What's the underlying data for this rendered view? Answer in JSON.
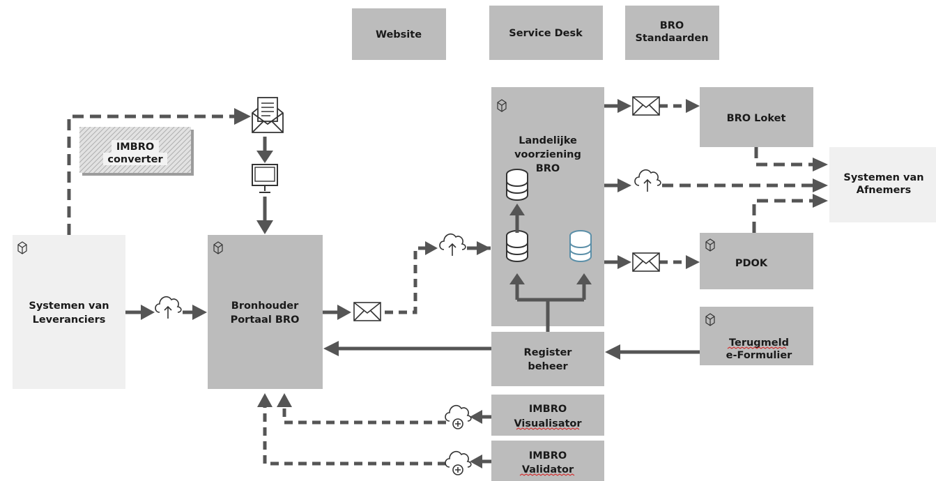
{
  "nodes": {
    "website": "Website",
    "service_desk": "Service Desk",
    "bro_standaarden": [
      "BRO",
      "Standaarden"
    ],
    "imbro_converter": [
      "IMBRO",
      "converter"
    ],
    "landelijke_voorziening": [
      "Landelijke",
      "voorziening",
      "BRO"
    ],
    "bro_loket": "BRO Loket",
    "systemen_afnemers": [
      "Systemen van",
      "Afnemers"
    ],
    "pdok": "PDOK",
    "systemen_leveranciers": [
      "Systemen van",
      "Leveranciers"
    ],
    "bronhouder_portaal": [
      "Bronhouder",
      "Portaal BRO"
    ],
    "register_beheer": [
      "Register",
      "beheer"
    ],
    "terugmeld_formulier": [
      "Terugmeld",
      "e-Formulier"
    ],
    "imbro_visualisator": [
      "IMBRO",
      "Visualisator"
    ],
    "imbro_validator": [
      "IMBRO",
      "Validator"
    ]
  },
  "icons": {
    "system": "cube-icon",
    "mail": "envelope-icon",
    "upload": "cloud-upload-icon",
    "download": "cloud-add-icon",
    "database": "database-icon",
    "computer": "monitor-icon",
    "letter": "letter-envelope-icon"
  },
  "colors": {
    "box": "#bcbcbc",
    "light_box": "#f0f0f0",
    "arrow": "#555555",
    "db_highlight": "#5b8fa8"
  }
}
